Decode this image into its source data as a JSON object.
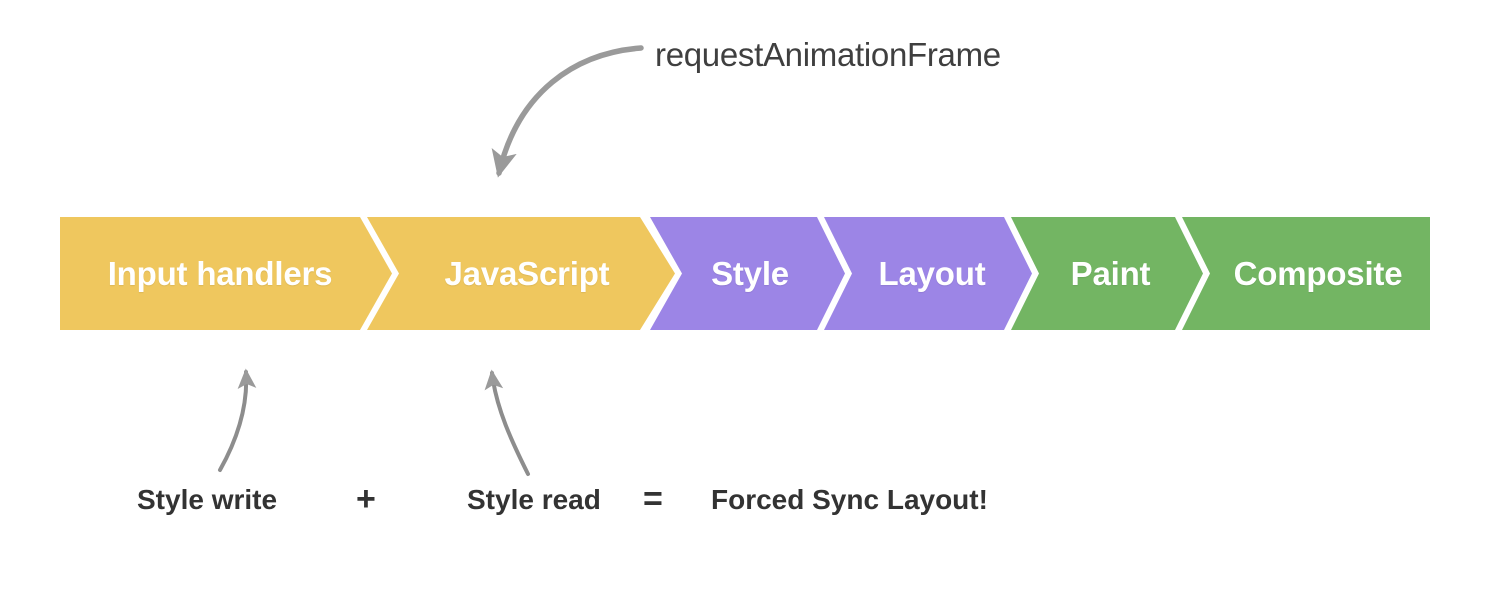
{
  "diagram": {
    "title": "Browser rendering pipeline with forced synchronous layout",
    "background_color": "#ffffff"
  },
  "pipeline": {
    "stages": [
      {
        "label": "Input handlers",
        "color": "#EFC75E",
        "group": "javascript"
      },
      {
        "label": "JavaScript",
        "color": "#EFC75E",
        "group": "javascript"
      },
      {
        "label": "Style",
        "color": "#9C85E6",
        "group": "style-layout"
      },
      {
        "label": "Layout",
        "color": "#9C85E6",
        "group": "style-layout"
      },
      {
        "label": "Paint",
        "color": "#73B563",
        "group": "paint-composite"
      },
      {
        "label": "Composite",
        "color": "#73B563",
        "group": "paint-composite"
      }
    ],
    "label_color": "#ffffff",
    "separator_color": "#ffffff"
  },
  "callout": {
    "raf_label": "requestAnimationFrame",
    "arrow_color": "#9a9a9a"
  },
  "formula": {
    "left_term": "Style write",
    "plus_operator": "+",
    "right_term": "Style read",
    "equals_operator": "=",
    "result": "Forced Sync Layout!",
    "text_color": "#333333"
  },
  "arrows": {
    "raf_arrow_name": "curved-arrow-down-left",
    "style_write_arrow_name": "curved-arrow-up-right",
    "style_read_arrow_name": "curved-arrow-up-left"
  }
}
